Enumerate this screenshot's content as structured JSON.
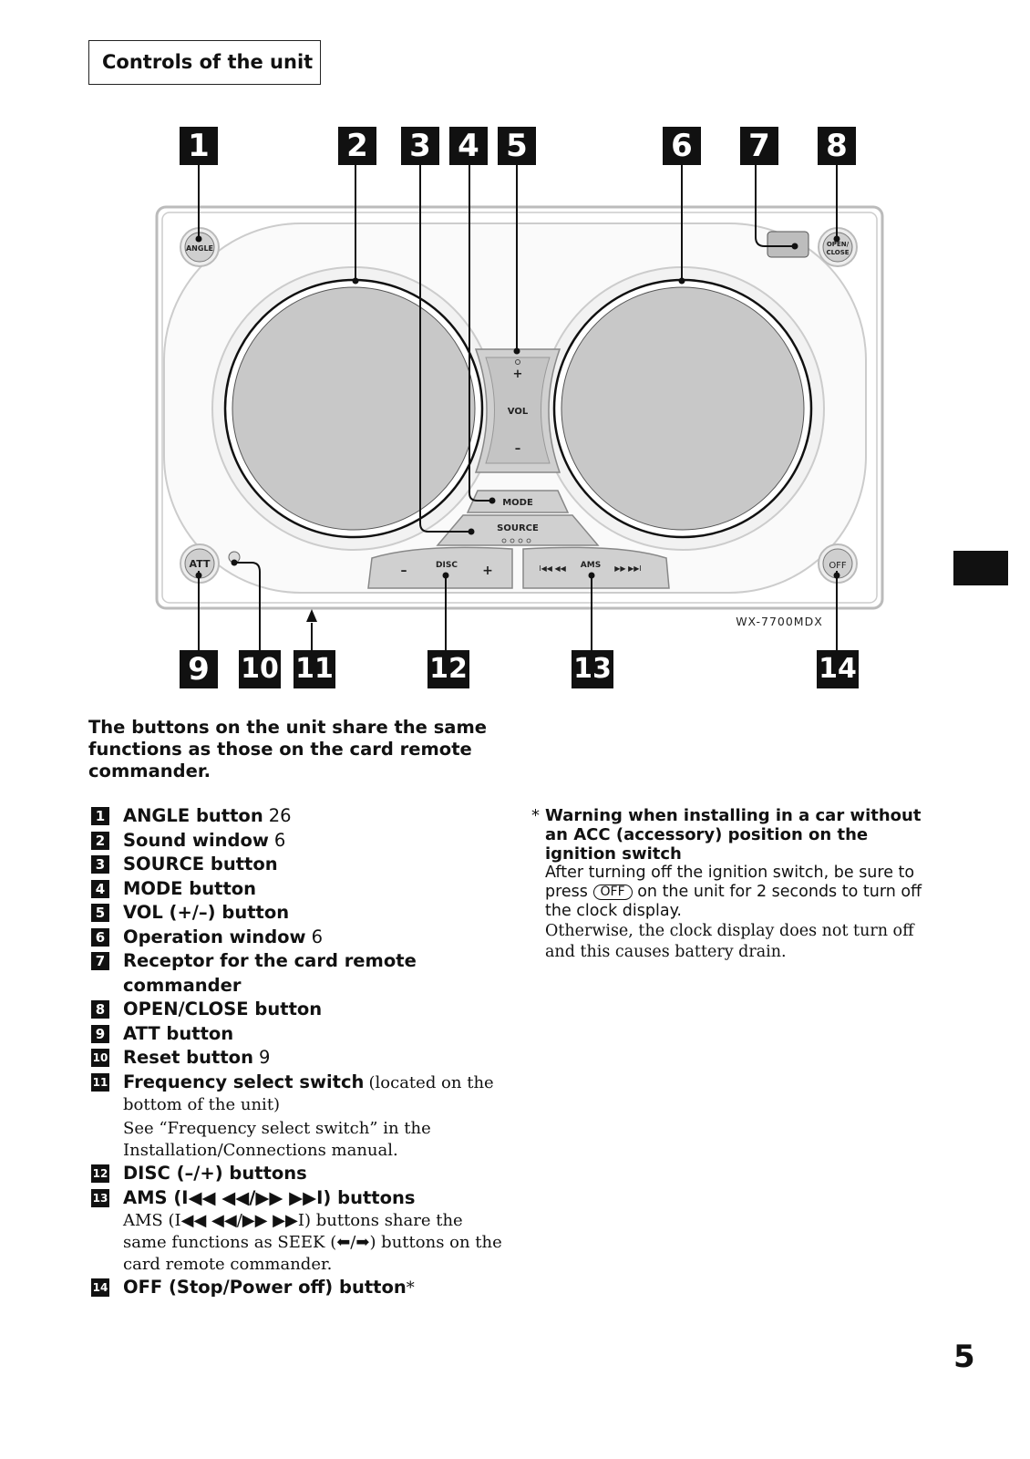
{
  "section_title": "Controls of the unit",
  "diagram": {
    "callouts": [
      "1",
      "2",
      "3",
      "4",
      "5",
      "6",
      "7",
      "8",
      "9",
      "10",
      "11",
      "12",
      "13",
      "14"
    ],
    "unit_labels": {
      "angle": "ANGLE",
      "open": "OPEN/",
      "close": "CLOSE",
      "vol_plus": "+",
      "vol": "VOL",
      "vol_minus": "–",
      "mode": "MODE",
      "source": "SOURCE",
      "att": "ATT",
      "off": "OFF",
      "disc": "DISC",
      "disc_minus": "–",
      "disc_plus": "+",
      "ams": "AMS",
      "ams_left": "I◀◀ ◀◀",
      "ams_right": "▶▶ ▶▶I",
      "model": "WX-7700MDX"
    }
  },
  "intro": "The buttons on the unit share the same functions as those on the card remote commander.",
  "items": [
    {
      "num": "1",
      "label": "ANGLE button",
      "page": "26"
    },
    {
      "num": "2",
      "label": "Sound window",
      "page": "6"
    },
    {
      "num": "3",
      "label": "SOURCE button"
    },
    {
      "num": "4",
      "label": "MODE button"
    },
    {
      "num": "5",
      "label": "VOL (+/–) button"
    },
    {
      "num": "6",
      "label": "Operation window",
      "page": "6"
    },
    {
      "num": "7",
      "label": "Receptor for the card remote commander"
    },
    {
      "num": "8",
      "label": "OPEN/CLOSE button"
    },
    {
      "num": "9",
      "label": "ATT button"
    },
    {
      "num": "10",
      "label": "Reset button",
      "page": "9"
    },
    {
      "num": "11",
      "label": "Frequency select switch",
      "note": "(located on the bottom of the unit)",
      "note2": "See “Frequency select switch” in the Installation/Connections manual."
    },
    {
      "num": "12",
      "label": "DISC (–/+) buttons"
    },
    {
      "num": "13",
      "label": "AMS (I◀◀ ◀◀/▶▶ ▶▶I) buttons",
      "note2": "AMS (I◀◀ ◀◀/▶▶ ▶▶I) buttons share the same functions as SEEK (⬅/➡) buttons on the card remote commander."
    },
    {
      "num": "14",
      "label": "OFF (Stop/Power off) button",
      "suffix": "*"
    }
  ],
  "warning": {
    "star": "*",
    "title": "Warning when installing in a car without an ACC (accessory) position on the ignition switch",
    "body_a": "After turning off the ignition switch, be sure to press",
    "off_key": "OFF",
    "body_b": "on the unit for 2 seconds to turn off the clock display.",
    "body2": "Otherwise, the clock display does not turn off and this causes battery drain."
  },
  "page_number": "5"
}
